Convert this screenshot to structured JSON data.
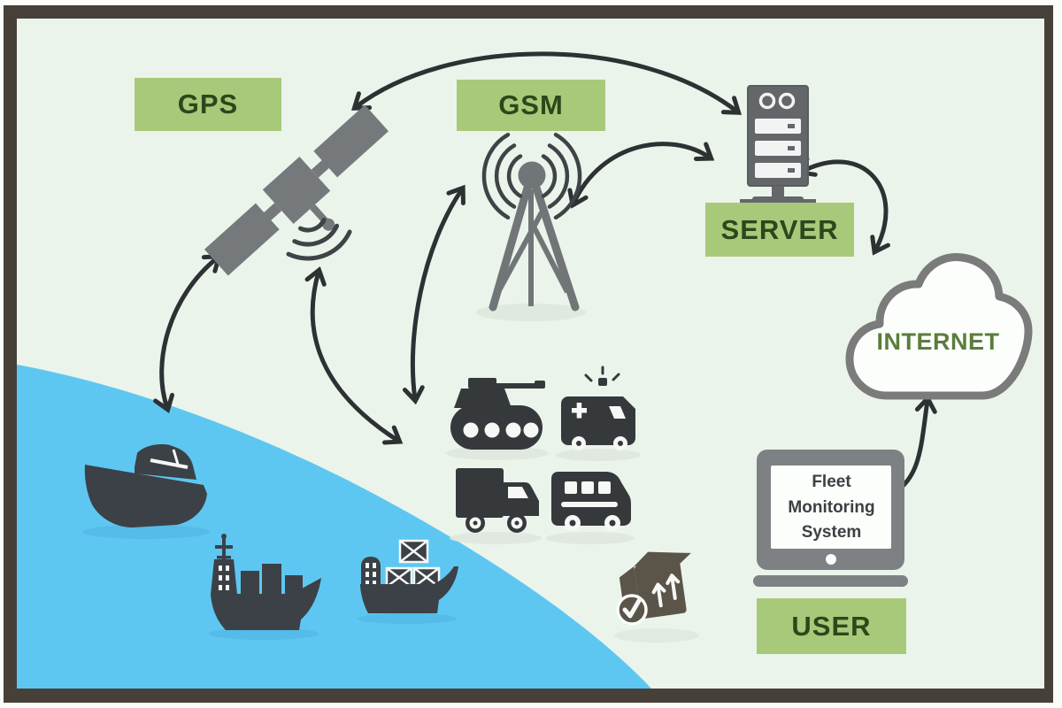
{
  "labels": {
    "gps": "GPS",
    "gsm": "GSM",
    "server": "SERVER",
    "user": "USER"
  },
  "internet": {
    "label": "INTERNET"
  },
  "monitor": {
    "lines": [
      "Fleet",
      "Monitoring",
      "System"
    ]
  },
  "icons": [
    "satellite-icon",
    "signal-waves-icon",
    "cell-tower-icon",
    "server-icon",
    "internet-cloud-icon",
    "monitor-icon",
    "tank-icon",
    "ambulance-icon",
    "truck-icon",
    "bus-icon",
    "package-check-icon",
    "cruise-ship-icon",
    "cargo-ship-icon",
    "container-ship-icon"
  ],
  "connections": [
    {
      "from": "satellite",
      "to": "server",
      "bidirectional": true
    },
    {
      "from": "cell-tower",
      "to": "server",
      "bidirectional": true
    },
    {
      "from": "server",
      "to": "internet",
      "bidirectional": true
    },
    {
      "from": "internet",
      "to": "fleet-monitoring-system",
      "bidirectional": true
    },
    {
      "from": "satellite",
      "to": "ships",
      "bidirectional": true
    },
    {
      "from": "satellite",
      "to": "vehicles",
      "bidirectional": true
    },
    {
      "from": "cell-tower",
      "to": "vehicles",
      "bidirectional": true
    }
  ],
  "colors": {
    "background": "#eaf4ea",
    "frame": "#474039",
    "label_background": "#a9c97a",
    "label_text": "#2c481b",
    "internet_text": "#5a7d3c",
    "water": "#5ec7f1",
    "arrow": "#2d3133",
    "vehicle_dark": "#35393c",
    "gray_icon": "#74787a",
    "ship": "#3c4147",
    "package": "#5a5449",
    "monitor_text": "#3c4043"
  }
}
